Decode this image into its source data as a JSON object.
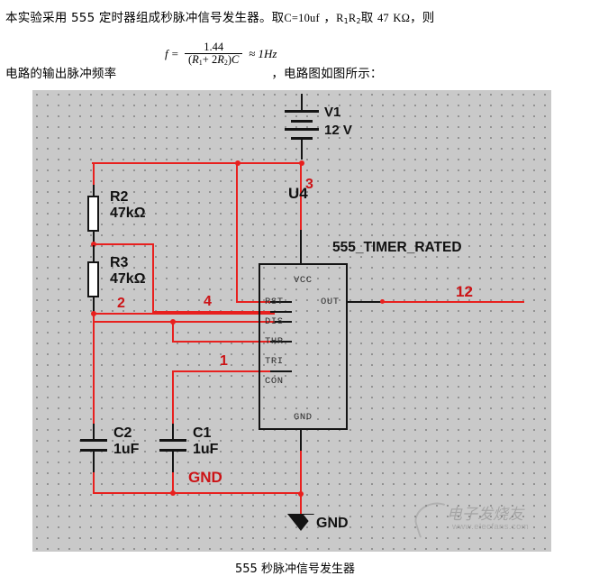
{
  "document": {
    "paragraph": {
      "line1_part1": "本实验采用 555 定时器组成秒脉冲信号发生器。取",
      "line1_c": "C",
      "line1_eq": "=",
      "line1_cval": "10uf",
      "line1_comma": "，",
      "line1_r1": "R",
      "line1_r1sub": "1",
      "line1_r2": "R",
      "line1_r2sub": "2",
      "line1_qu": "取",
      "line1_47": "47",
      "line1_kohm": "KΩ",
      "line1_end": "，则",
      "line2_prefix": "电路的输出脉冲频率",
      "line2_suffix": "，电路图如图所示："
    },
    "formula": {
      "lhs": "f",
      "equals": "=",
      "numerator": "1.44",
      "denominator_open": "(",
      "denominator_r1": "R",
      "denominator_r1sub": "1",
      "denominator_plus": "+ 2",
      "denominator_r2": "R",
      "denominator_r2sub": "2",
      "denominator_close": ")",
      "denominator_c": "C",
      "approx": "≈",
      "result": "1Hz"
    },
    "caption": "555 秒脉冲信号发生器"
  },
  "schematic": {
    "background_color": "#c9c9c9",
    "wire_color": "#e8201e",
    "lead_color": "#141414",
    "net_label_color": "#cc1316",
    "components": {
      "v1": {
        "ref": "V1",
        "value": "12 V"
      },
      "u4": {
        "ref": "U4",
        "part": "555_TIMER_RATED"
      },
      "r2": {
        "ref": "R2",
        "value": "47kΩ"
      },
      "r3": {
        "ref": "R3",
        "value": "47kΩ"
      },
      "c1": {
        "ref": "C1",
        "value": "1uF"
      },
      "c2": {
        "ref": "C2",
        "value": "1uF"
      }
    },
    "ic_pins": {
      "vcc": "VCC",
      "rst": "RST",
      "dis": "DIS",
      "thr": "THR",
      "tri": "TRI",
      "con": "CON",
      "gnd": "GND",
      "out": "OUT"
    },
    "net_labels": {
      "n3": "3",
      "n4": "4",
      "n2": "2",
      "n1": "1",
      "n12": "12",
      "gnd_net": "GND"
    },
    "ground_symbol_label": "GND"
  },
  "watermark": {
    "brand": "电子发烧友",
    "url": "www.elecfans.com"
  }
}
